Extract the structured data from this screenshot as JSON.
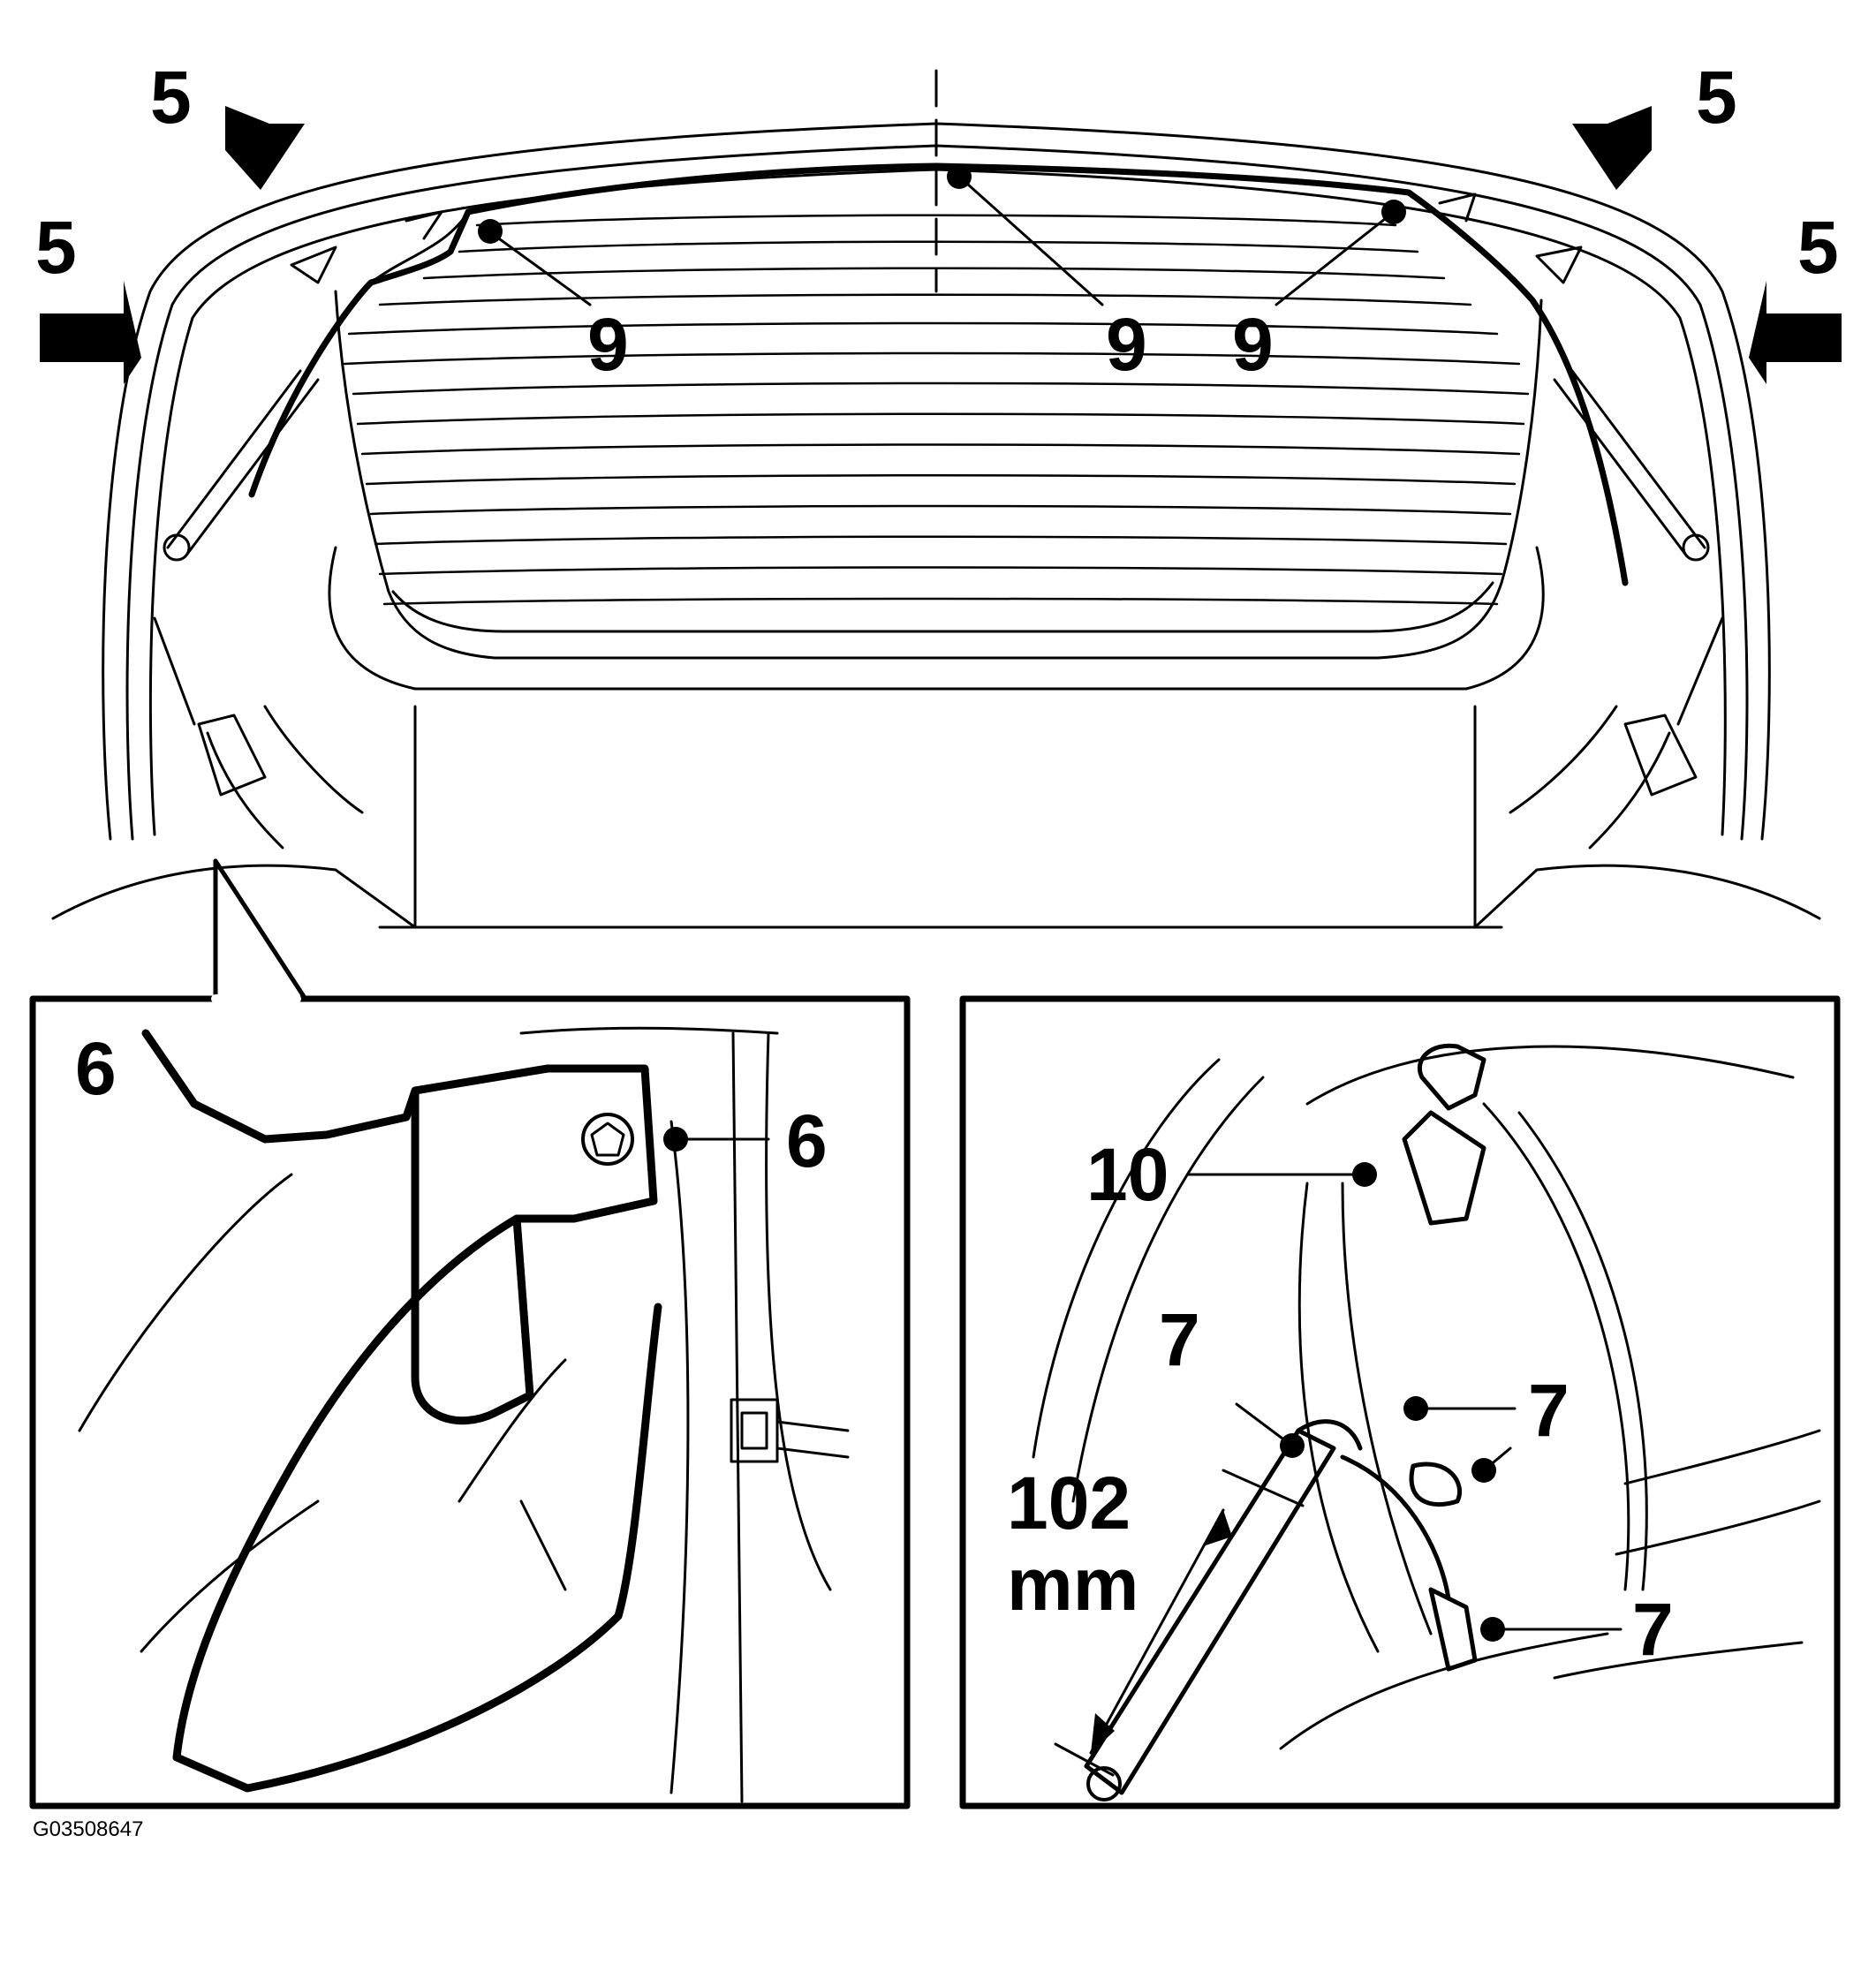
{
  "callouts": {
    "top_left_upper": "5",
    "top_left_lower": "5",
    "top_right_upper": "5",
    "top_right_lower": "5",
    "pin_left": "9",
    "pin_center": "9",
    "pin_right": "9",
    "inset_left_corner": "6",
    "inset_left_bolt": "6",
    "inset_right_10": "10",
    "inset_right_7_upper_left": "7",
    "inset_right_7_upper_right": "7",
    "inset_right_7_lower": "7"
  },
  "dimension": {
    "value": "102",
    "unit": "mm"
  },
  "figure_code": "G03508647",
  "colors": {
    "line": "#000000",
    "background": "#ffffff"
  }
}
